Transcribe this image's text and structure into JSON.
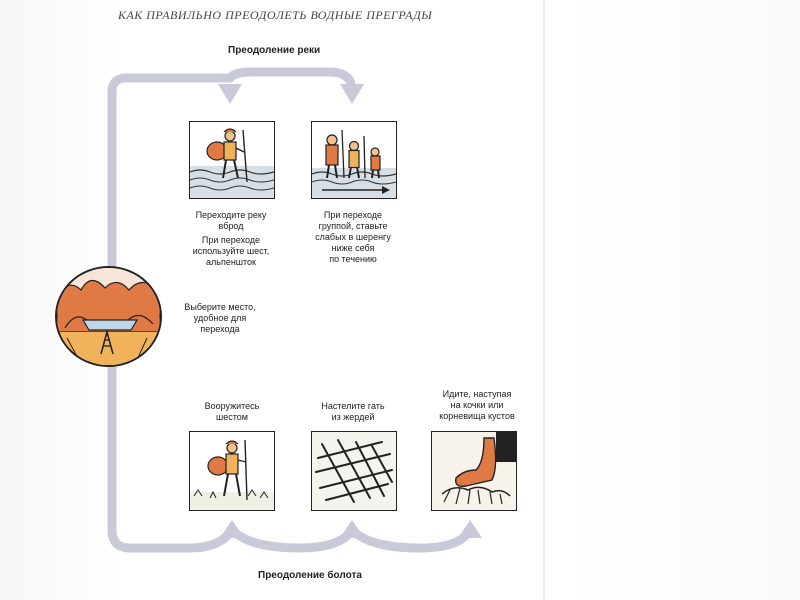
{
  "header": {
    "title": "КАК ПРАВИЛЬНО ПРЕОДОЛЕТЬ ВОДНЫЕ ПРЕГРАДЫ"
  },
  "river": {
    "title": "Преодоление реки",
    "steps": [
      {
        "icon": "wading-hiker-icon",
        "lines": [
          "Переходите реку",
          "вброд"
        ],
        "note_lines": [
          "При переходе",
          "используйте шест,",
          "альпеншток"
        ]
      },
      {
        "icon": "group-crossing-icon",
        "lines": [
          "При переходе",
          "группой, ставьте",
          "слабых в шеренгу",
          "ниже себя",
          "по течению"
        ]
      }
    ]
  },
  "start": {
    "icon": "river-landscape-icon",
    "lines": [
      "Выберите место,",
      "удобное для",
      "перехода"
    ]
  },
  "swamp": {
    "title": "Преодоление болота",
    "steps": [
      {
        "icon": "hiker-with-pole-icon",
        "lines": [
          "Вооружитесь",
          "шестом"
        ]
      },
      {
        "icon": "pole-mat-icon",
        "lines": [
          "Настелите гать",
          "из жердей"
        ]
      },
      {
        "icon": "foot-on-tussock-icon",
        "lines": [
          "Идите, наступая",
          "на кочки или",
          "корневища кустов"
        ]
      }
    ]
  },
  "colors": {
    "flow": "#c9c9d9",
    "accent": "#e07a45",
    "ink": "#222222"
  }
}
